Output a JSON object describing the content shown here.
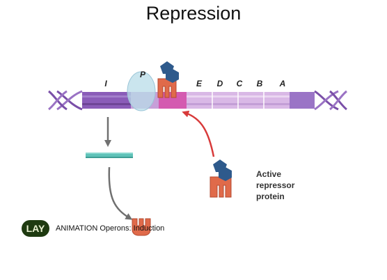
{
  "slide": {
    "title": "Repression"
  },
  "diagram": {
    "gene_labels": {
      "i": "I",
      "p": "P",
      "e": "E",
      "d": "D",
      "c": "C",
      "b": "B",
      "a": "A"
    },
    "repressor_label": {
      "line1": "Active",
      "line2": "repressor",
      "line3": "protein"
    },
    "colors": {
      "dna_backbone": "#7a4fa8",
      "gene_i": "#8a5cb8",
      "structural_genes": "#d9b8e6",
      "operator": "#d45ab0",
      "promoter_rna_pol": "#b8dce8",
      "repressor_body": "#e06a4a",
      "inducer_pentagon": "#2e5a8c",
      "mrna": "#5fc2b8",
      "arrow_red": "#d83a3a",
      "arrow_gray": "#707070"
    }
  },
  "footer": {
    "play_label": "LAY",
    "animation_link": "ANIMATION Operons: Induction"
  }
}
